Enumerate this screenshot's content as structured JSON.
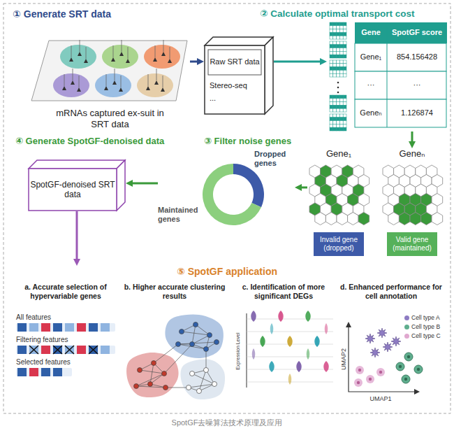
{
  "diagram": {
    "caption": "SpotGF去噪算法技术原理及应用",
    "nodes": [
      {
        "text": [
          "mRNAs captured ex-suit in SRT data"
        ]
      },
      {
        "text": [
          "Raw SRT data",
          "Stereo-seq",
          "..."
        ]
      },
      {
        "text": [
          "Gene",
          "SpotGF score",
          "Gene₁",
          "854.156428",
          "···",
          "···",
          "Geneₙ",
          "1.126874"
        ]
      },
      {
        "text": [
          "Gene₁"
        ]
      },
      {
        "text": [
          "Invalid gene (dropped)"
        ]
      },
      {
        "text": [
          "Geneₙ"
        ]
      },
      {
        "text": [
          "Valid gene (maintained)"
        ]
      },
      {
        "text": [
          "Dropped genes",
          "Maintained genes"
        ]
      },
      {
        "text": [
          "SpotGF-denoised SRT data"
        ]
      },
      {
        "text": [
          "⑤ SpotGF application"
        ]
      },
      {
        "text": [
          "a. Accurate selection of hypervariable genes",
          "All features",
          "Filtering features",
          "Selected features"
        ],
        "in": 9
      },
      {
        "text": [
          "b. Higher accurate clustering results"
        ],
        "in": 9
      },
      {
        "text": [
          "c. Identification of more significant DEGs",
          "Expression Level"
        ],
        "in": 9
      },
      {
        "text": [
          "d. Enhanced performance for cell annotation",
          "UMAP2",
          "UMAP1"
        ],
        "in": 9
      }
    ],
    "edges": [
      {
        "from": 0,
        "to": 1,
        "arrow": "to"
      },
      {
        "from": 1,
        "to": 2,
        "arrow": "to"
      },
      {
        "from": 2,
        "to": 5,
        "arrow": "to"
      },
      {
        "from": 3,
        "to": 7,
        "arrow": "to"
      },
      {
        "from": 7,
        "to": 8,
        "arrow": "to"
      },
      {
        "from": 8,
        "to": 9,
        "arrow": "to"
      }
    ],
    "labels": [
      "① Generate SRT data",
      "② Calculate optimal transport cost",
      "③ Filter noise genes",
      "④ Generate SpotGF-denoised data"
    ],
    "legend": [
      {
        "text": "Cell type A",
        "color": "#8e7cc3"
      },
      {
        "text": "Cell type B",
        "color": "#5fae8e"
      },
      {
        "text": "Cell type C",
        "color": "#e0a8cf"
      }
    ]
  }
}
